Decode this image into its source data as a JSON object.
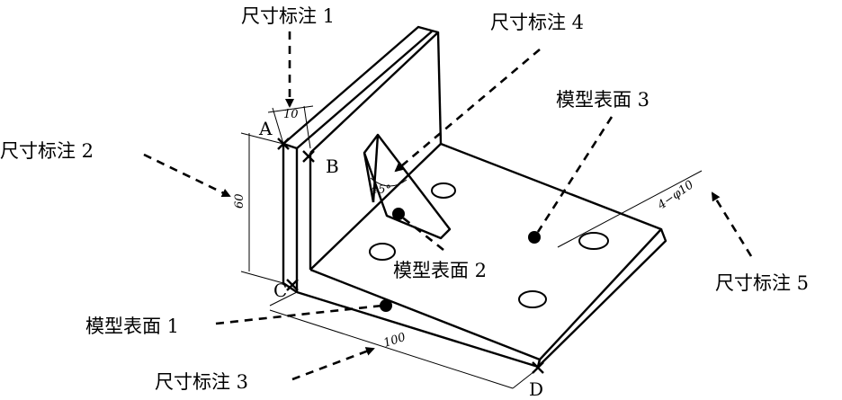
{
  "labels": {
    "dim1": "尺寸标注 1",
    "dim2": "尺寸标注 2",
    "dim3": "尺寸标注 3",
    "dim4": "尺寸标注 4",
    "dim5": "尺寸标注 5",
    "surf1": "模型表面 1",
    "surf2": "模型表面 2",
    "surf3": "模型表面 3"
  },
  "points": {
    "a": "A",
    "b": "B",
    "c": "C",
    "d": "D"
  },
  "dimensions": {
    "d10": "10",
    "d60": "60",
    "d100": "100",
    "d45": "45°",
    "hole": "4−φ10"
  }
}
